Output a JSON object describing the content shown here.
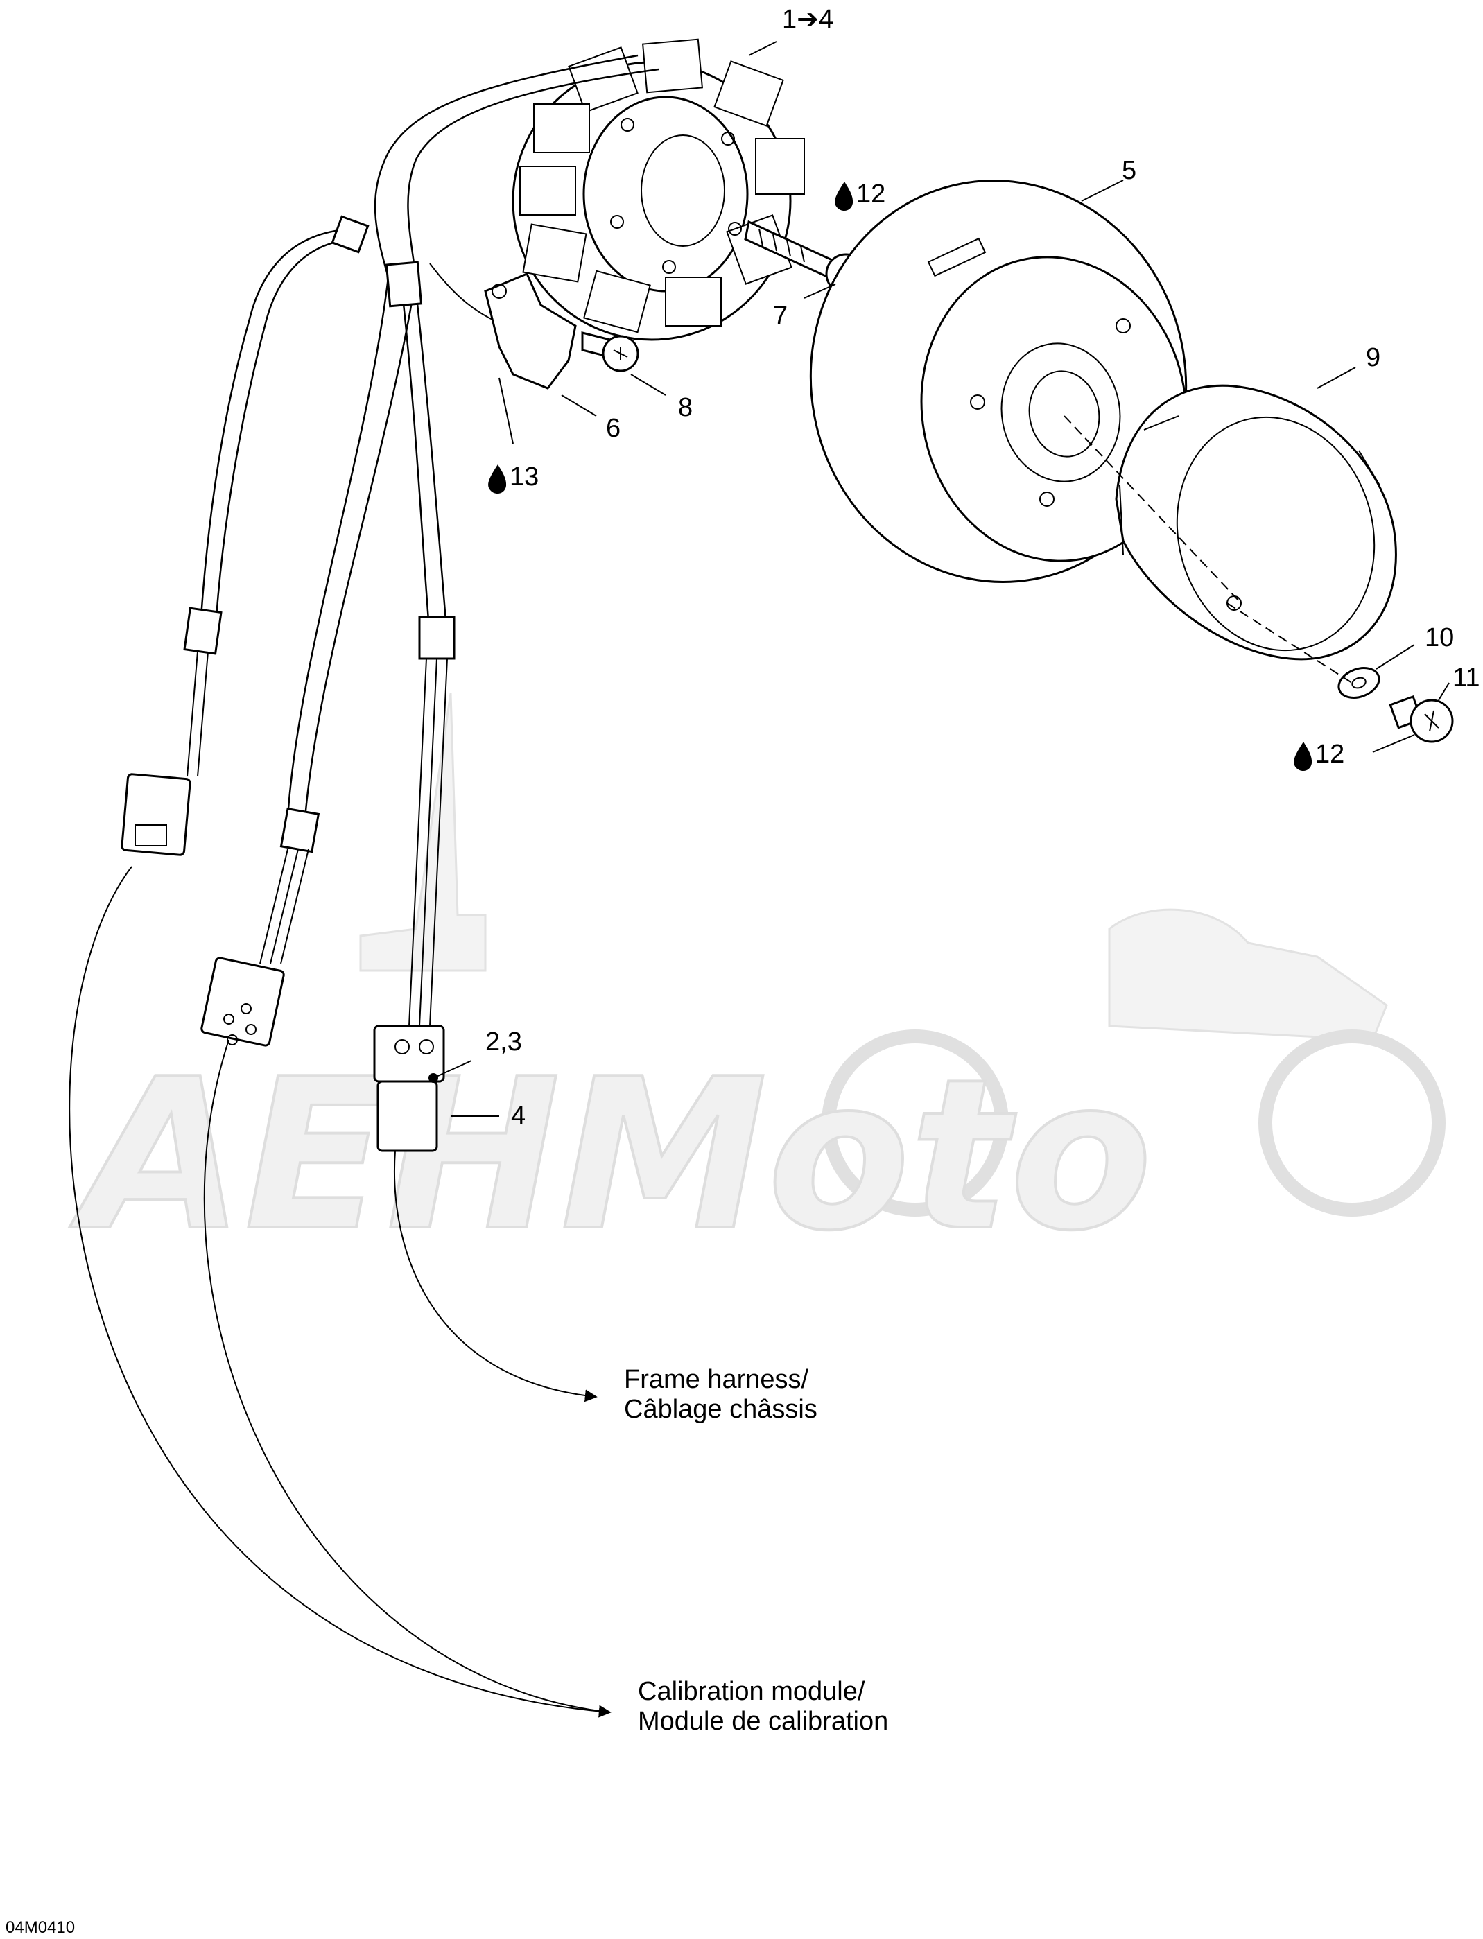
{
  "drawing_code": "04M0410",
  "watermark": "AEHMoto",
  "callouts": {
    "c1": "1➔4",
    "c2": "2,3",
    "c4": "4",
    "c5": "5",
    "c6": "6",
    "c7": "7",
    "c8": "8",
    "c9": "9",
    "c10": "10",
    "c11": "11",
    "c12a": "12",
    "c12b": "12",
    "c13": "13"
  },
  "notes": {
    "frame_harness_line1": "Frame harness/",
    "frame_harness_line2": "Câblage châssis",
    "calibration_line1": "Calibration module/",
    "calibration_line2": "Module de calibration"
  },
  "icons": {
    "adhesive": "thread-locker-drop-icon"
  },
  "colors": {
    "line": "#000000",
    "watermark": "#e6e6e6"
  }
}
